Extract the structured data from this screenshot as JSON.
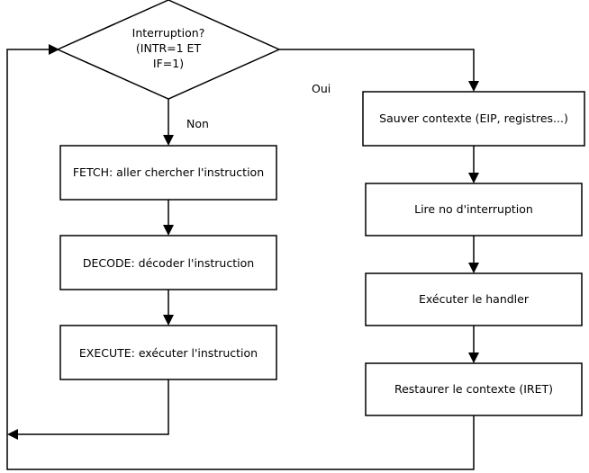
{
  "decision": {
    "lines": [
      "Interruption?",
      "(INTR=1 ET",
      "IF=1)"
    ]
  },
  "edge_labels": {
    "yes": "Oui",
    "no": "Non"
  },
  "left_column": [
    {
      "id": "fetch",
      "label": "FETCH: aller chercher l'instruction"
    },
    {
      "id": "decode",
      "label": "DECODE: décoder l'instruction"
    },
    {
      "id": "execute",
      "label": "EXECUTE: exécuter l'instruction"
    }
  ],
  "right_column": [
    {
      "id": "save",
      "label": "Sauver contexte (EIP, registres...)"
    },
    {
      "id": "read",
      "label": "Lire no d'interruption"
    },
    {
      "id": "exec-handler",
      "label": "Exécuter le handler"
    },
    {
      "id": "restore",
      "label": "Restaurer le contexte (IRET)"
    }
  ],
  "colors": {
    "stroke": "#000000",
    "fill": "#ffffff",
    "text": "#000000"
  }
}
